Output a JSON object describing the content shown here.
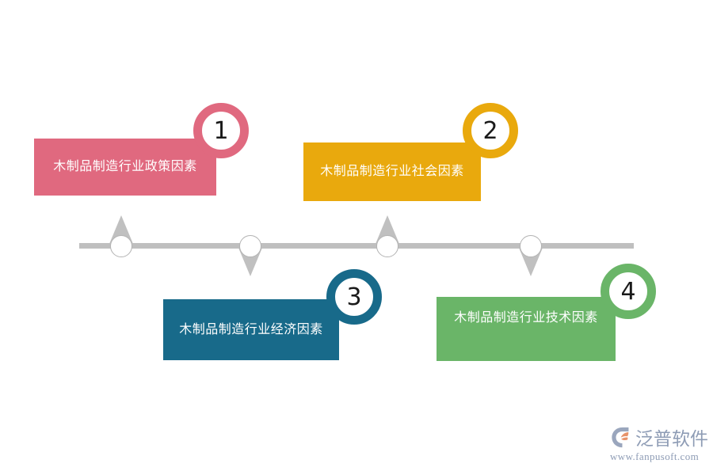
{
  "diagram": {
    "type": "timeline-infographic",
    "background_color": "#ffffff",
    "timeline": {
      "line_color": "#bfbfbf",
      "node_fill": "#ffffff",
      "node_stroke": "#b3b3b3",
      "marker_color": "#c0c0c0",
      "nodes": [
        {
          "index": "1",
          "direction": "up"
        },
        {
          "index": "2",
          "direction": "down"
        },
        {
          "index": "3",
          "direction": "up"
        },
        {
          "index": "4",
          "direction": "down"
        }
      ]
    },
    "items": [
      {
        "number": "1",
        "label": "木制品制造行业政策因素",
        "color": "#e0697f",
        "position": "above"
      },
      {
        "number": "2",
        "label": "木制品制造行业社会因素",
        "color": "#e9a90d",
        "position": "above"
      },
      {
        "number": "3",
        "label": "木制品制造行业经济因素",
        "color": "#186a8a",
        "position": "below"
      },
      {
        "number": "4",
        "label": "木制品制造行业技术因素",
        "color": "#6ab568",
        "position": "below"
      }
    ]
  },
  "watermark": {
    "brand": "泛普软件",
    "url": "www.fanpusoft.com",
    "text_color": "#8e9cb5",
    "accent_color": "#e8936a"
  }
}
